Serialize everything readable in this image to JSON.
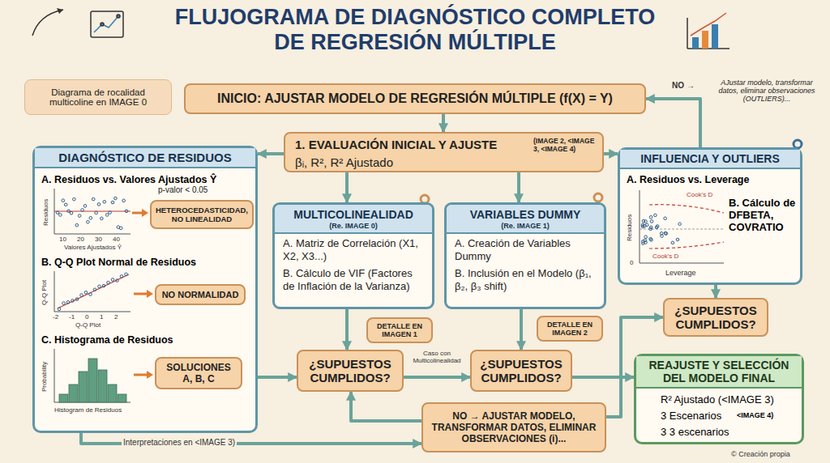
{
  "diagram": {
    "title": "FLUJOGRAMA DE DIAGNÓSTICO COMPLETO DE REGRESIÓN MÚLTIPLE",
    "caption": "© Creación propia",
    "nodes": [
      {
        "text": [
          "Diagrama de rocalidad multicoline en IMAGE 0"
        ]
      },
      {
        "text": [
          "INICIO: AJUSTAR MODELO DE REGRESIÓN MÚLTIPLE (f(X) = Y)"
        ]
      },
      {
        "text": [
          "1. EVALUACIÓN INICIAL Y AJUSTE",
          "(IMAGE 2, <IMAGE 3, <IMAGE 4)",
          "βᵢ, R², R² Ajustado"
        ]
      },
      {
        "text": [
          "DIAGNÓSTICO DE RESIDUOS",
          "A. Residuos vs. Valores Ajustados Ŷ",
          "B. Q-Q Plot Normal de Residuos",
          "C. Histograma de Residuos"
        ]
      },
      {
        "text": [
          "HETEROCEDASTICIDAD, NO LINEALIDAD"
        ],
        "in": 3
      },
      {
        "text": [
          "NO NORMALIDAD"
        ],
        "in": 3
      },
      {
        "text": [
          "SOLUCIONES A, B, C"
        ],
        "in": 3
      },
      {
        "text": [
          "MULTICOLINEALIDAD",
          "(Re. IMAGE 0)",
          "A. Matriz de Correlación (X1, X2, X3...)",
          "B. Cálculo de VIF (Factores de Inflación de la Varianza)"
        ]
      },
      {
        "text": [
          "VARIABLES DUMMY",
          "(Re. IMAGE 1)",
          "A. Creación de Variables Dummy",
          "B. Inclusión en el Modelo (β₁, β₂, β₃ shift)"
        ]
      },
      {
        "text": [
          "INFLUENCIA Y OUTLIERS",
          "A. Residuos vs. Leverage",
          "B. Cálculo de DFBETA, COVRATIO"
        ]
      },
      {
        "text": [
          "DETALLE EN IMAGEN 1"
        ]
      },
      {
        "text": [
          "DETALLE EN IMAGEN 2"
        ]
      },
      {
        "text": [
          "¿SUPUESTOS CUMPLIDOS?"
        ]
      },
      {
        "text": [
          "¿SUPUESTOS CUMPLIDOS?"
        ]
      },
      {
        "text": [
          "¿SUPUESTOS CUMPLIDOS?"
        ]
      },
      {
        "text": [
          "NO → AJUSTAR MODELO, TRANSFORMAR DATOS, ELIMINAR OBSERVACIONES (i)..."
        ]
      },
      {
        "text": [
          "REAJUSTE Y SELECCIÓN DEL MODELO FINAL",
          "R² Ajustado (<IMAGE 3)",
          "3 Escenarios",
          "<IMAGE 4)",
          "3 3 escenarios"
        ]
      }
    ],
    "edges": [
      {
        "from": 1,
        "to": 2,
        "arrow": "to"
      },
      {
        "from": 2,
        "to": 3,
        "arrow": "to"
      },
      {
        "from": 2,
        "to": 7,
        "arrow": "to"
      },
      {
        "from": 2,
        "to": 8,
        "arrow": "to"
      },
      {
        "from": 2,
        "to": 9,
        "arrow": "to"
      },
      {
        "from": 7,
        "to": 12,
        "arrow": "to"
      },
      {
        "from": 8,
        "to": 13,
        "arrow": "to"
      },
      {
        "from": 3,
        "to": 12,
        "arrow": "to"
      },
      {
        "from": 12,
        "to": 13,
        "label": "Caso con Multicolinealidad",
        "arrow": "to"
      },
      {
        "from": 13,
        "to": 16,
        "arrow": "to"
      },
      {
        "from": 9,
        "to": 14,
        "arrow": "to"
      },
      {
        "from": 15,
        "to": 14,
        "arrow": "to"
      },
      {
        "from": 15,
        "to": 12,
        "arrow": "to"
      },
      {
        "from": 3,
        "to": 15,
        "label": "Interpretaciones en <IMAGE 3)",
        "arrow": "to"
      },
      {
        "from": 9,
        "to": 1,
        "label": "NO →",
        "arrow": "to"
      }
    ],
    "labels": [
      "p-valor < 0.05",
      "Residuos",
      "10",
      "20",
      "30",
      "40",
      "Valores Ajustados Ŷ",
      "Q-Q Plot",
      "-2",
      "-1",
      "0",
      "1",
      "2",
      "Q-Q Plot",
      "Probability",
      "Histogram de Residuos",
      "Residuos",
      "Leverage",
      "Cook's D",
      "Cook's D",
      "0",
      "AJustar modelo, transformar datos, eliminar observaciones (OUTLIERS)..."
    ]
  }
}
